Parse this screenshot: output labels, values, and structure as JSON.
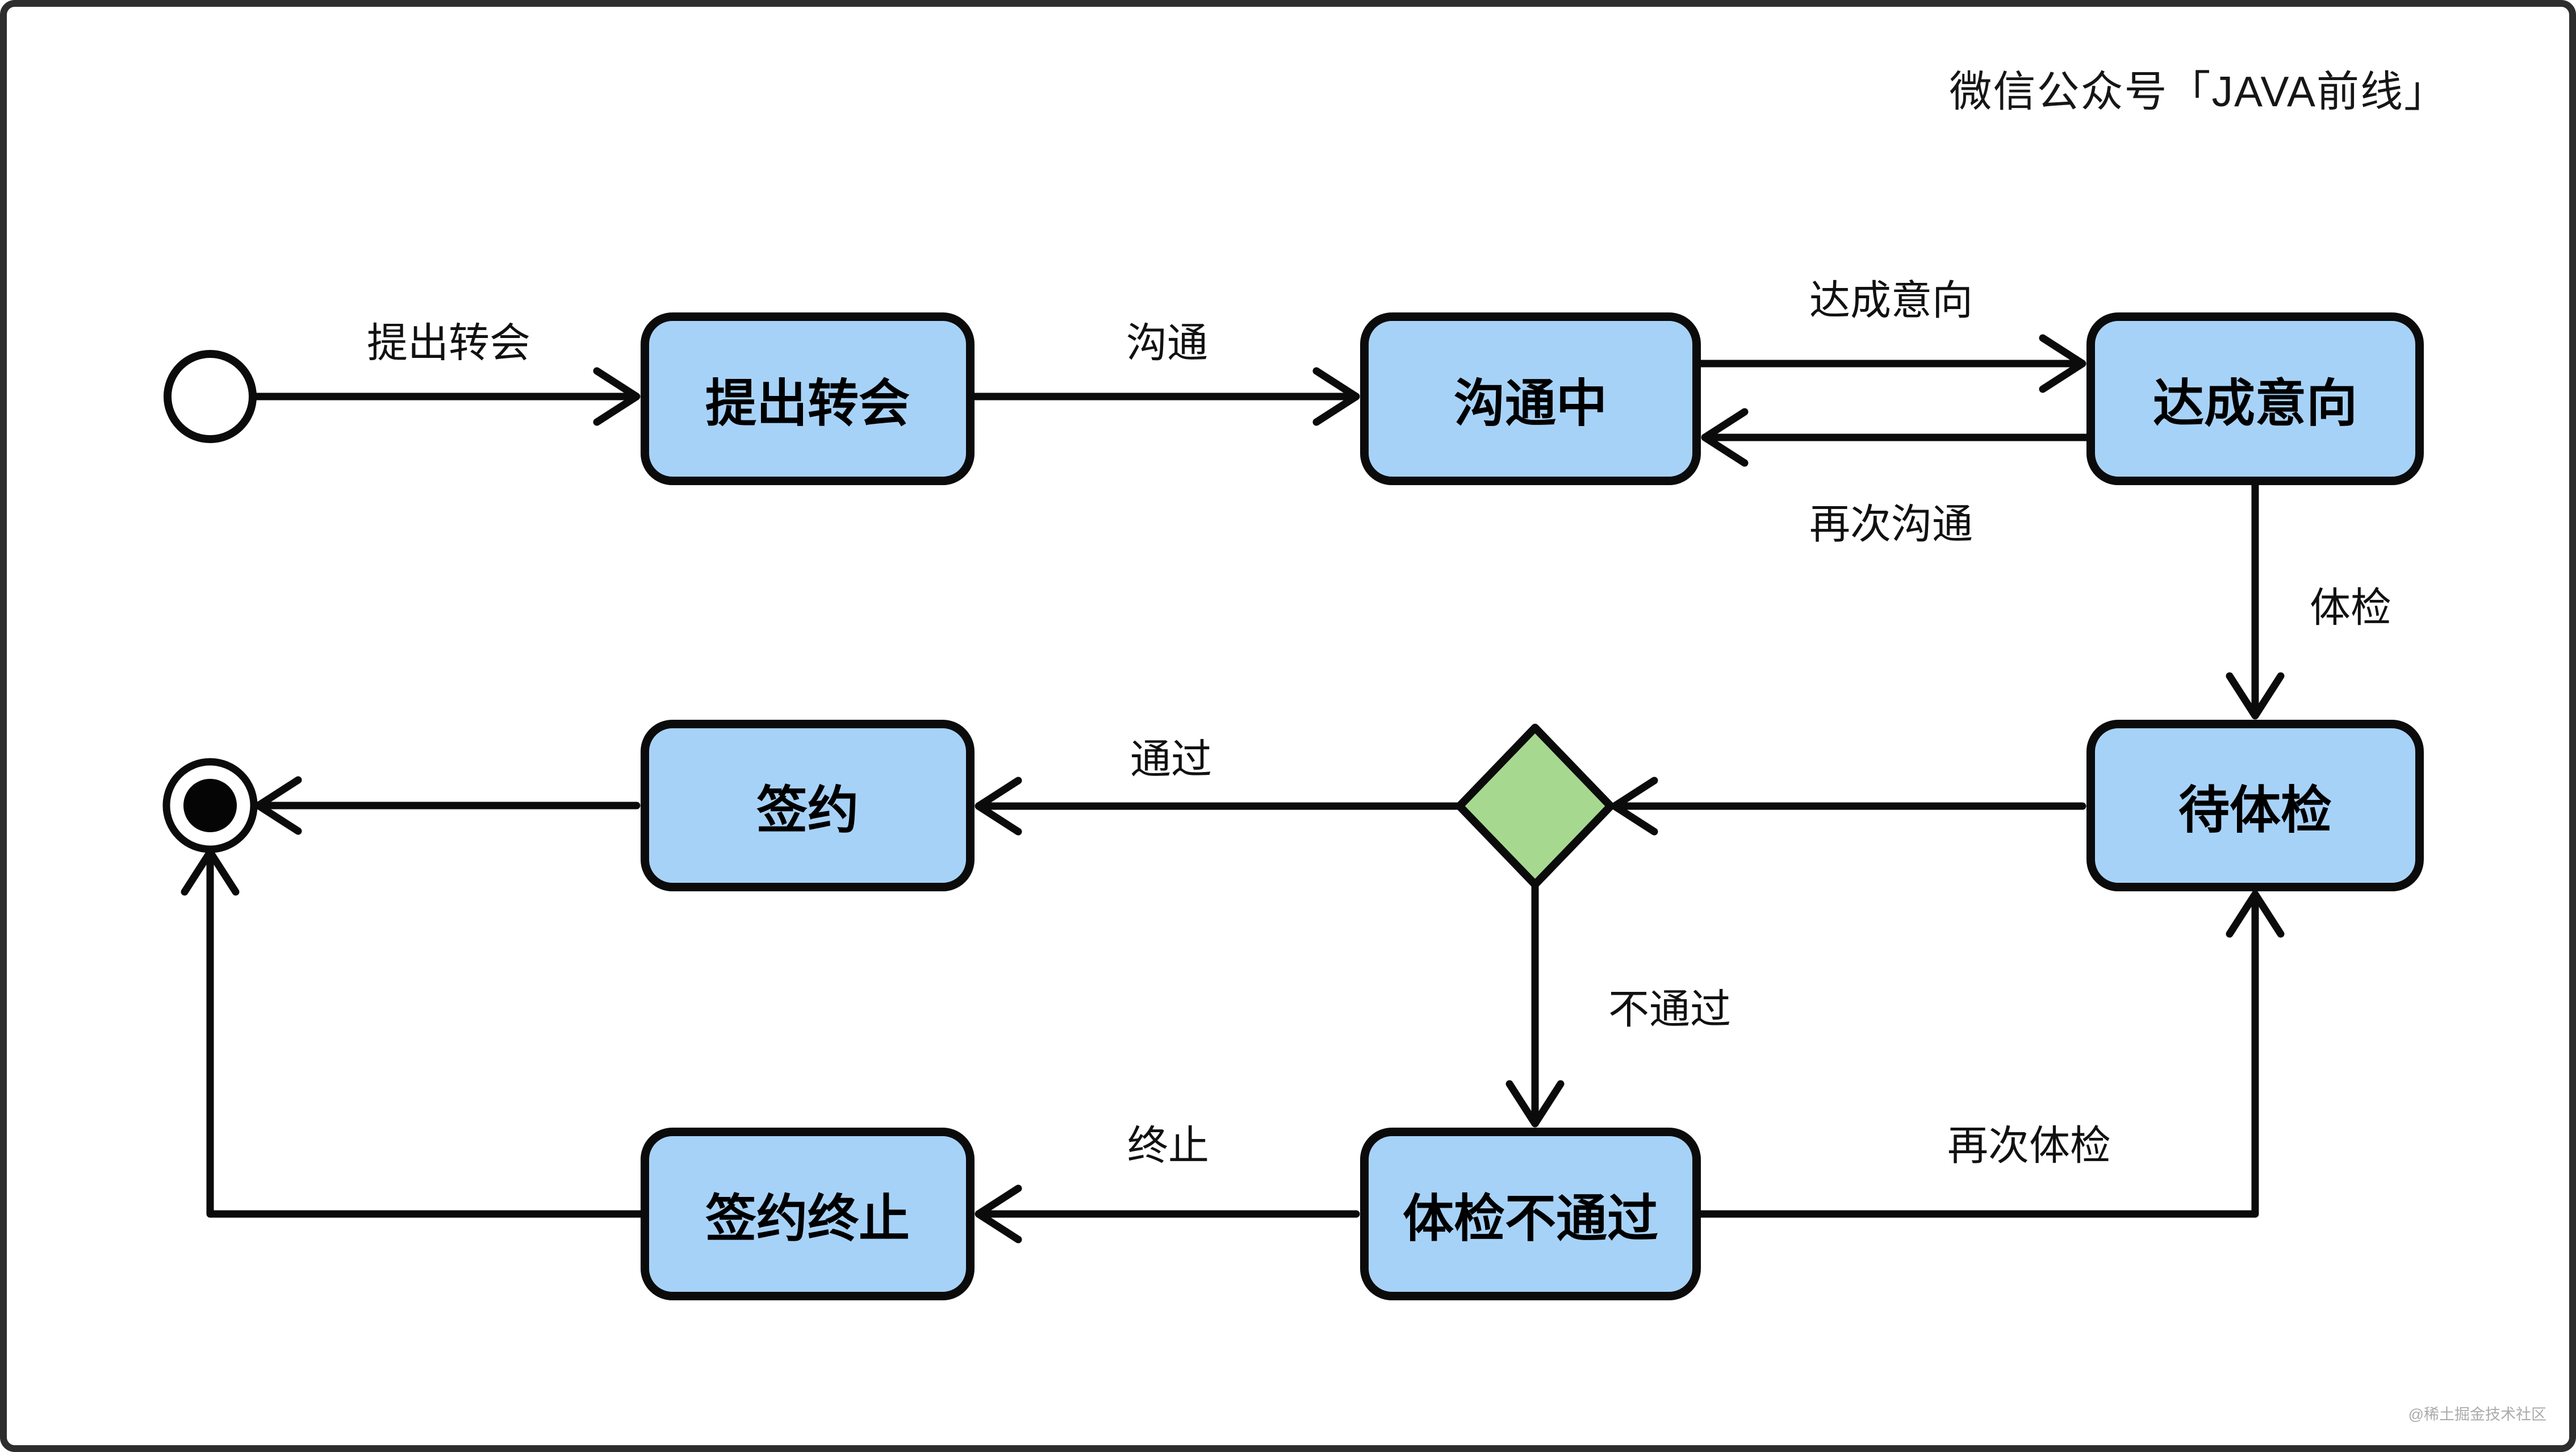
{
  "title": "微信公众号「JAVA前线」",
  "watermark": "@稀土掘金技术社区",
  "colors": {
    "background": "#ffffff",
    "frame": "#2d2d2d",
    "node_fill": "#A7D2F8",
    "node_border": "#0b0b0b",
    "decision_fill": "#A7D88F",
    "line": "#0b0b0b",
    "title_text": "#161616",
    "watermark_text": "#ababab"
  },
  "diagram": {
    "type": "uml-state-diagram",
    "nodes": [
      {
        "id": "start",
        "kind": "initial-state",
        "label": ""
      },
      {
        "id": "propose",
        "kind": "state",
        "label": "提出转会"
      },
      {
        "id": "communicate",
        "kind": "state",
        "label": "沟通中"
      },
      {
        "id": "agreed",
        "kind": "state",
        "label": "达成意向"
      },
      {
        "id": "await-exam",
        "kind": "state",
        "label": "待体检"
      },
      {
        "id": "sign",
        "kind": "state",
        "label": "签约"
      },
      {
        "id": "exam-failed",
        "kind": "state",
        "label": "体检不通过"
      },
      {
        "id": "terminated",
        "kind": "state",
        "label": "签约终止"
      },
      {
        "id": "decision",
        "kind": "decision-diamond",
        "label": ""
      },
      {
        "id": "end",
        "kind": "final-state",
        "label": ""
      }
    ],
    "edges": [
      {
        "from": "start",
        "to": "propose",
        "label": "提出转会"
      },
      {
        "from": "propose",
        "to": "communicate",
        "label": "沟通"
      },
      {
        "from": "communicate",
        "to": "agreed",
        "label": "达成意向"
      },
      {
        "from": "agreed",
        "to": "communicate",
        "label": "再次沟通"
      },
      {
        "from": "agreed",
        "to": "await-exam",
        "label": "体检"
      },
      {
        "from": "await-exam",
        "to": "decision",
        "label": ""
      },
      {
        "from": "decision",
        "to": "sign",
        "label": "通过"
      },
      {
        "from": "sign",
        "to": "end",
        "label": ""
      },
      {
        "from": "decision",
        "to": "exam-failed",
        "label": "不通过"
      },
      {
        "from": "exam-failed",
        "to": "terminated",
        "label": "终止"
      },
      {
        "from": "terminated",
        "to": "end",
        "label": ""
      },
      {
        "from": "exam-failed",
        "to": "await-exam",
        "label": "再次体检"
      }
    ]
  }
}
